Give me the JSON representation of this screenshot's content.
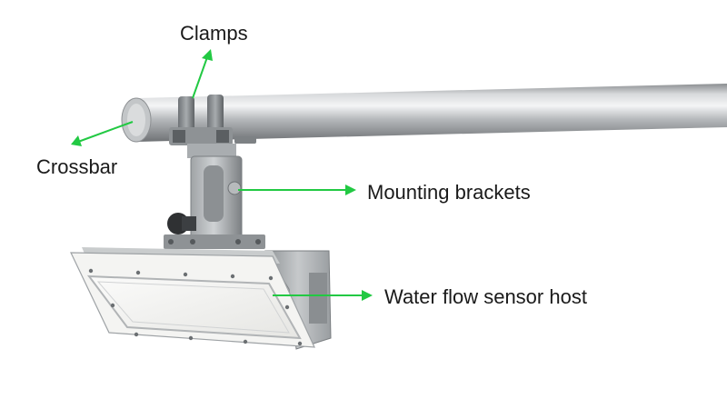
{
  "diagram": {
    "labels": {
      "clamps": "Clamps",
      "crossbar": "Crossbar",
      "mounting_brackets": "Mounting brackets",
      "sensor_host": "Water flow sensor host"
    },
    "colors": {
      "arrow": "#22c943",
      "background": "#ffffff",
      "metal": "#b9bcbe",
      "sensor_face": "#f1f1ef",
      "label_text": "#1a1a1a"
    }
  }
}
